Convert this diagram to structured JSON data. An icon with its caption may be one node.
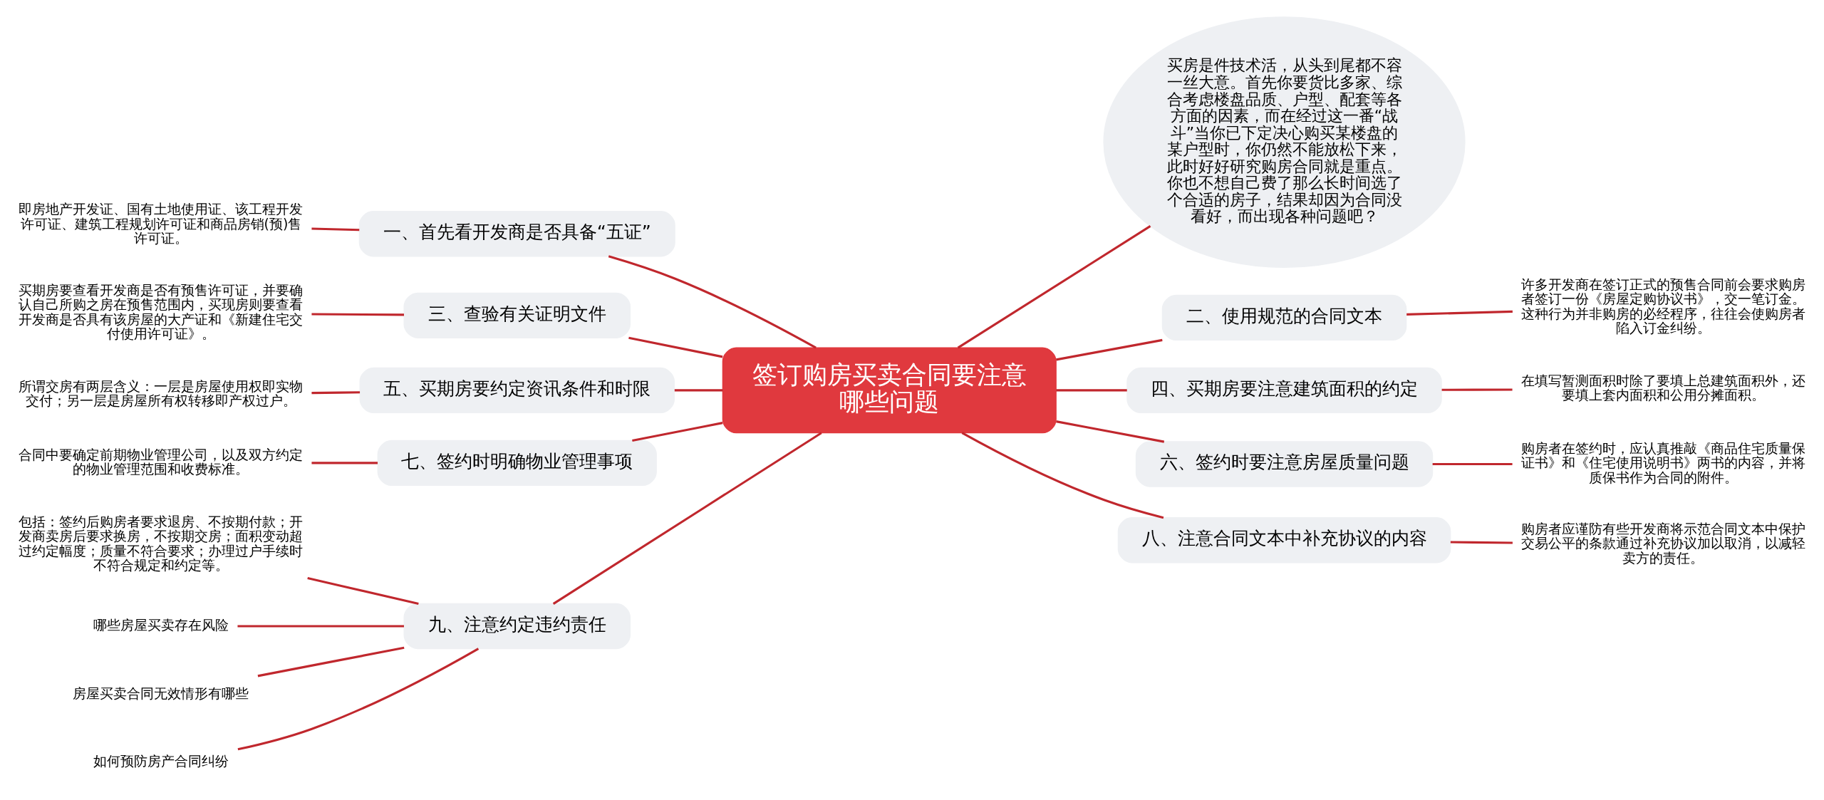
{
  "diagram": {
    "nodes": [
      {
        "text": [
          "签订购房买卖合同要注意哪些问题"
        ]
      },
      {
        "text": [
          "一、首先看开发商是否具备“五证”"
        ]
      },
      {
        "text": [
          "即房地产开发证、国有土地使用证、该工程开发许可证、建筑工程规划许可证和商品房销(预)售许可证。"
        ]
      },
      {
        "text": [
          "三、查验有关证明文件"
        ]
      },
      {
        "text": [
          "买期房要查看开发商是否有预售许可证，并要确认自己所购之房在预售范围内，买现房则要查看开发商是否具有该房屋的大产证和《新建住宅交付使用许可证》。"
        ]
      },
      {
        "text": [
          "五、买期房要约定资讯条件和时限"
        ]
      },
      {
        "text": [
          "所谓交房有两层含义：一层是房屋使用权即实物交付；另一层是房屋所有权转移即产权过户。"
        ]
      },
      {
        "text": [
          "七、签约时明确物业管理事项"
        ]
      },
      {
        "text": [
          "合同中要确定前期物业管理公司，以及双方约定的物业管理范围和收费标准。"
        ]
      },
      {
        "text": [
          "九、注意约定违约责任"
        ]
      },
      {
        "text": [
          "包括：签约后购房者要求退房、不按期付款；开发商卖房后要求换房，不按期交房；面积变动超过约定幅度；质量不符合要求；办理过户手续时不符合规定和约定等。"
        ]
      },
      {
        "text": [
          "哪些房屋买卖存在风险"
        ]
      },
      {
        "text": [
          "房屋买卖合同无效情形有哪些"
        ]
      },
      {
        "text": [
          "如何预防房产合同纠纷"
        ]
      },
      {
        "text": [
          "买房是件技术活，从头到尾都不容一丝大意。首先你要货比多家、综合考虑楼盘品质、户型、配套等各方面的因素，而在经过这一番“战斗”当你已下定决心购买某楼盘的某户型时，你仍然不能放松下来，此时好好研究购房合同就是重点。你也不想自己费了那么长时间选了个合适的房子，结果却因为合同没看好，而出现各种问题吧？"
        ]
      },
      {
        "text": [
          "二、使用规范的合同文本"
        ]
      },
      {
        "text": [
          "许多开发商在签订正式的预售合同前会要求购房者签订一份《房屋定购协议书》，交一笔订金。这种行为并非购房的必经程序，往往会使购房者陷入订金纠纷。"
        ]
      },
      {
        "text": [
          "四、买期房要注意建筑面积的约定"
        ]
      },
      {
        "text": [
          "在填写暂测面积时除了要填上总建筑面积外，还要填上套内面积和公用分摊面积。"
        ]
      },
      {
        "text": [
          "六、签约时要注意房屋质量问题"
        ]
      },
      {
        "text": [
          "购房者在签约时，应认真推敲《商品住宅质量保证书》和《住宅使用说明书》两书的内容，并将质保书作为合同的附件。"
        ]
      },
      {
        "text": [
          "八、注意合同文本中补充协议的内容"
        ]
      },
      {
        "text": [
          "购房者应谨防有些开发商将示范合同文本中保护交易公平的条款通过补充协议加以取消，以减轻卖方的责任。"
        ]
      }
    ],
    "edges": [
      {
        "from": 0,
        "to": 1,
        "arrow": "none"
      },
      {
        "from": 1,
        "to": 2,
        "arrow": "none"
      },
      {
        "from": 0,
        "to": 3,
        "arrow": "none"
      },
      {
        "from": 3,
        "to": 4,
        "arrow": "none"
      },
      {
        "from": 0,
        "to": 5,
        "arrow": "none"
      },
      {
        "from": 5,
        "to": 6,
        "arrow": "none"
      },
      {
        "from": 0,
        "to": 7,
        "arrow": "none"
      },
      {
        "from": 7,
        "to": 8,
        "arrow": "none"
      },
      {
        "from": 0,
        "to": 9,
        "arrow": "none"
      },
      {
        "from": 9,
        "to": 10,
        "arrow": "none"
      },
      {
        "from": 9,
        "to": 11,
        "arrow": "none"
      },
      {
        "from": 9,
        "to": 12,
        "arrow": "none"
      },
      {
        "from": 9,
        "to": 13,
        "arrow": "none"
      },
      {
        "from": 0,
        "to": 14,
        "arrow": "none"
      },
      {
        "from": 0,
        "to": 15,
        "arrow": "none"
      },
      {
        "from": 15,
        "to": 16,
        "arrow": "none"
      },
      {
        "from": 0,
        "to": 17,
        "arrow": "none"
      },
      {
        "from": 17,
        "to": 18,
        "arrow": "none"
      },
      {
        "from": 0,
        "to": 19,
        "arrow": "none"
      },
      {
        "from": 19,
        "to": 20,
        "arrow": "none"
      },
      {
        "from": 0,
        "to": 21,
        "arrow": "none"
      },
      {
        "from": 21,
        "to": 22,
        "arrow": "none"
      }
    ]
  }
}
